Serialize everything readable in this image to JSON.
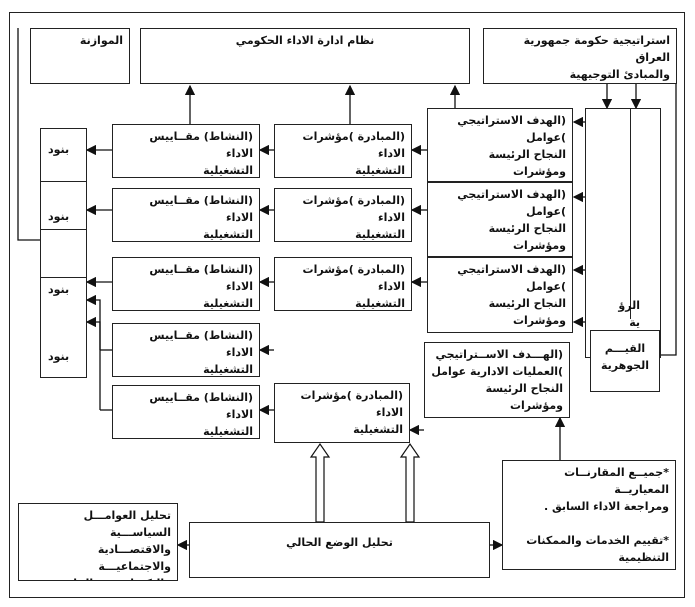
{
  "boxes": {
    "strategy": "استراتيجية حكومة جمهورية العراق\nوالمبادئ التوجيهية",
    "gov_perf": "نظام ادارة الاداء الحكومي",
    "budget": "الموازنة",
    "vision": "الرؤ\nية",
    "values": "القيـــم\nالجوهرية",
    "goal": "(الهدف الاستراتيجي )عوامل\nالنجاح الرئيسة ومؤشرات\nالاداء الستراتيجية",
    "goal_ops": "(الهـــدف الاســتراتيجي\n)العمليات الادارية عوامل\nالنجاح الرئيسة ومؤشرات\nالاداء الستراتيجة",
    "initiative": "(المبادرة )مؤشرات الاداء\nالتشغيلية",
    "activity": "(النشاط) مقــاييس الاداء\nالتشغيلية",
    "item": "بنود",
    "benchmark": "*جميــع المقارنــات المعياريــة\nومراجعة الاداء السابق .\n\n*تقييم الخدمات والممكنات\nالتنظيمية",
    "current": "تحليل الوضع الحالي",
    "pestle": "تحليل العوامـــل السياســـية\nوالاقتصـــادية والاجتماعيـــة\nوالتكنولوجية والقانونية والبيئية\n(PESTLE)"
  }
}
